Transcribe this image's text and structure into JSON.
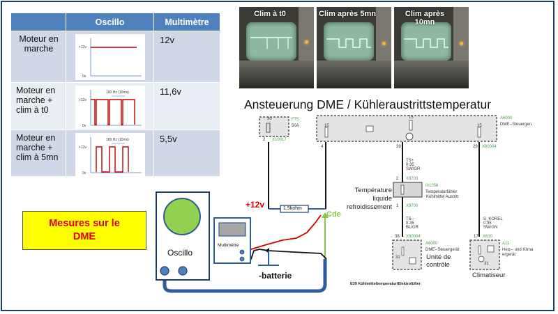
{
  "table": {
    "headers": [
      "",
      "Oscillo",
      "Multimètre"
    ],
    "rows": [
      {
        "label": "Moteur en marche",
        "signal": "constant",
        "signal_text": {
          "v_high": "+12v",
          "v_low": "0v",
          "freq": ""
        },
        "value": "12v"
      },
      {
        "label": "Moteur en marche + clim à t0",
        "signal": "square-narrow-low",
        "signal_text": {
          "v_high": "+12v",
          "v_low": "0v",
          "freq": "100 Hz (10ms)"
        },
        "value": "11,6v"
      },
      {
        "label": "Moteur en marche + clim à 5mn",
        "signal": "square-50",
        "signal_text": {
          "v_high": "+12v",
          "v_low": "0v",
          "freq": "100 Hz (10ms)"
        },
        "value": "5,5v"
      }
    ]
  },
  "photos": [
    {
      "caption": "Clim à t0"
    },
    {
      "caption": "Clim après 5mn"
    },
    {
      "caption": "Clim après 10mn"
    }
  ],
  "schematic": {
    "title": "Ansteuerung DME / Kühleraustrittstemperatur",
    "fuse": {
      "pin": "30",
      "id": "F75",
      "rating": "50A",
      "out_pin": "2",
      "connector": "X10017"
    },
    "dme": {
      "id": "A6000",
      "name": "DME--Steuergen.",
      "pins": [
        "4",
        "39",
        "29"
      ],
      "supply": "15",
      "connector": "X60004"
    },
    "sensor": {
      "wire_top": [
        "TS+",
        "0.35",
        "SW/GR"
      ],
      "pin_top": "2",
      "conn": "X8700",
      "id": "I01058",
      "name1": "Temperaturfühler",
      "name2": "Kühlmittel Austritt",
      "pin_bottom": "1",
      "wire_bottom": [
        "TS--",
        "0.35",
        "BL/GR"
      ],
      "label_fr": [
        "Température liquide",
        "refroidissement"
      ]
    },
    "dme2": {
      "pin": "38",
      "conn": "X60004",
      "id": "A6000",
      "name": "DME--Steuergerät",
      "ground": "31",
      "label_fr": [
        "Unité de",
        "contrôle"
      ]
    },
    "clim": {
      "wire": [
        "S_KOREL",
        "0.35",
        "SW/GN"
      ],
      "pin": "17",
      "conn": "X610",
      "id": "A11",
      "name1": "Heiz-- und Klima",
      "name2": "ergerät",
      "ground": "31",
      "label_fr": "Climatiseur"
    },
    "footer": "E39 Kühlmitteltemperatur/Elektrolüfter"
  },
  "setup": {
    "plus12": "+12v",
    "resistor": "1,5kohm",
    "cde": "Cde",
    "oscillo": "Oscillo",
    "multimetre": "Multimètre",
    "batterie": "-batterie"
  },
  "banner": {
    "line1": "Mesures sur le",
    "line2": "DME"
  },
  "colors": {
    "header": "#4f81bd",
    "signal": "#c00000",
    "plus12": "#e00000",
    "cde": "#8cc63f",
    "banner_bg": "#ffff00",
    "cable": "#2e5d9a"
  }
}
